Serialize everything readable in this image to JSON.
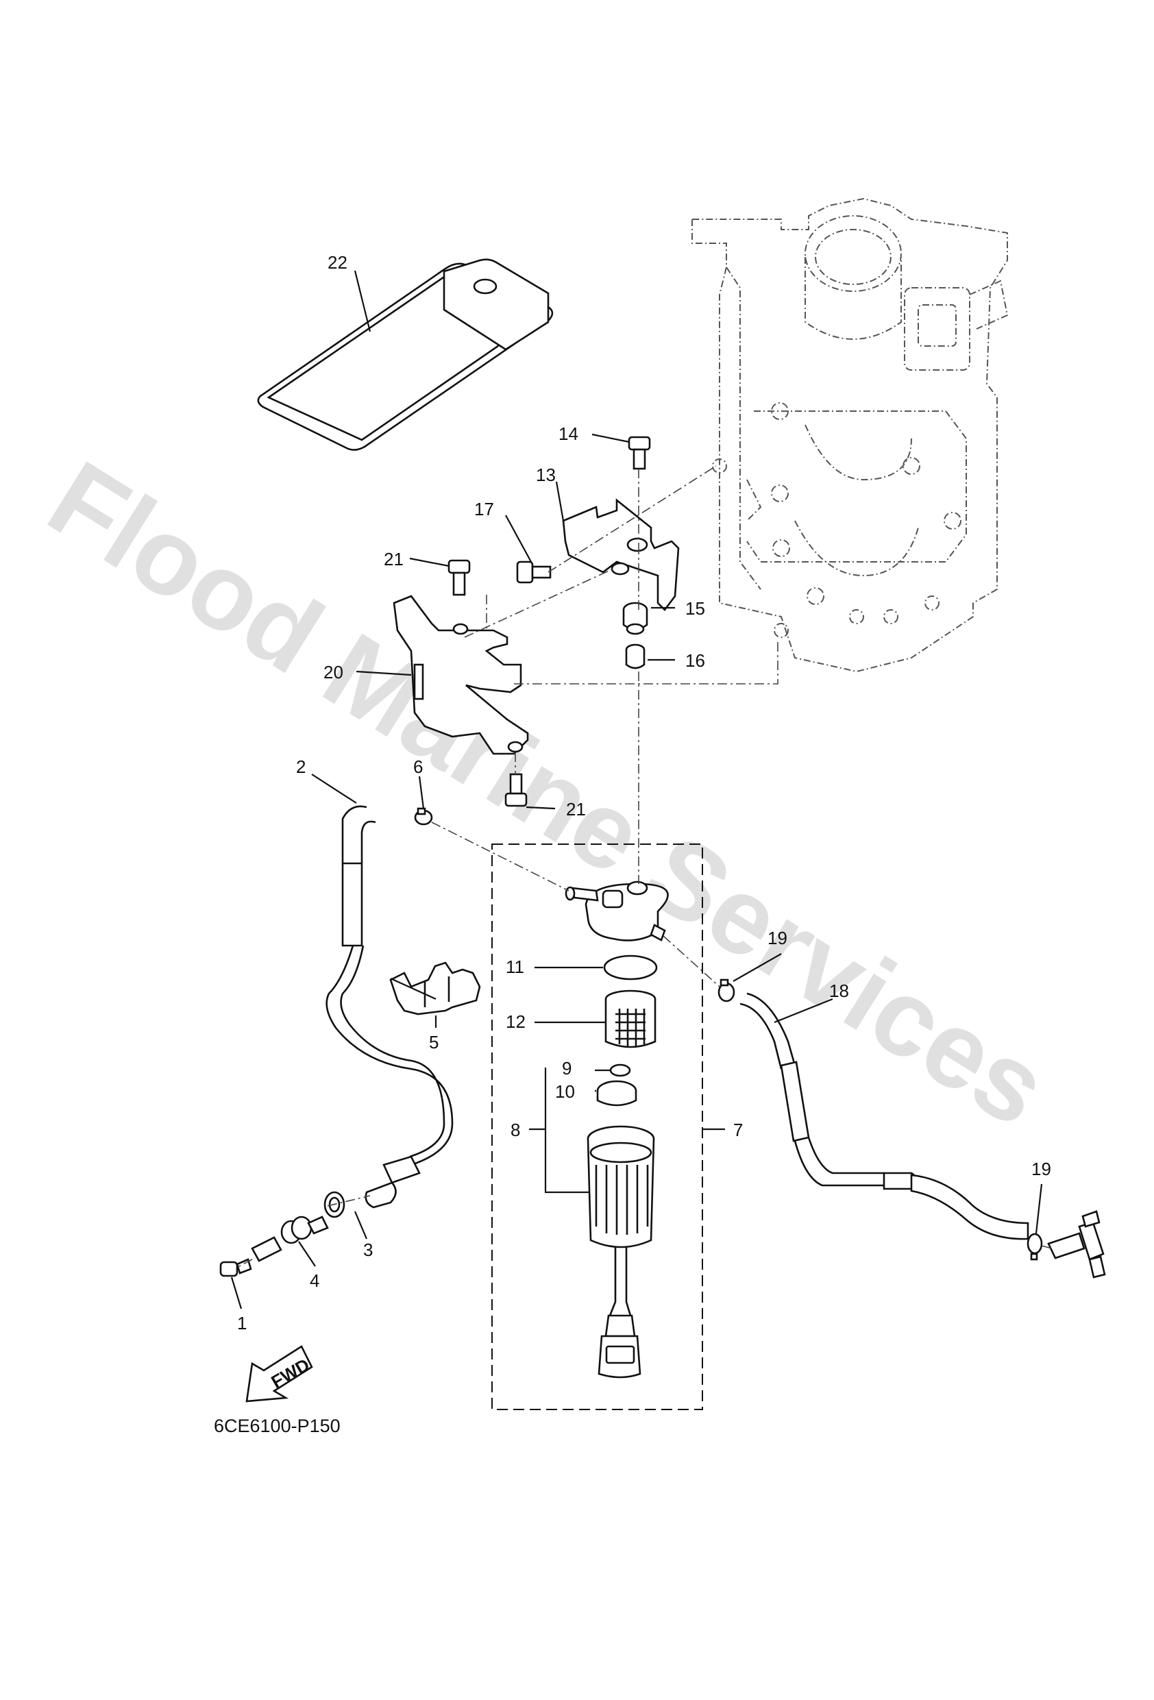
{
  "diagram": {
    "code": "6CE6100-P150",
    "fwd_label": "FWD",
    "watermark": "Flood Marine Services",
    "callouts": {
      "c1": "1",
      "c2": "2",
      "c3": "3",
      "c4": "4",
      "c5": "5",
      "c6": "6",
      "c7": "7",
      "c8": "8",
      "c9": "9",
      "c10": "10",
      "c11": "11",
      "c12": "12",
      "c13": "13",
      "c14": "14",
      "c15": "15",
      "c16": "16",
      "c17": "17",
      "c18": "18",
      "c19a": "19",
      "c19b": "19",
      "c20": "20",
      "c21a": "21",
      "c21b": "21",
      "c22": "22"
    }
  }
}
